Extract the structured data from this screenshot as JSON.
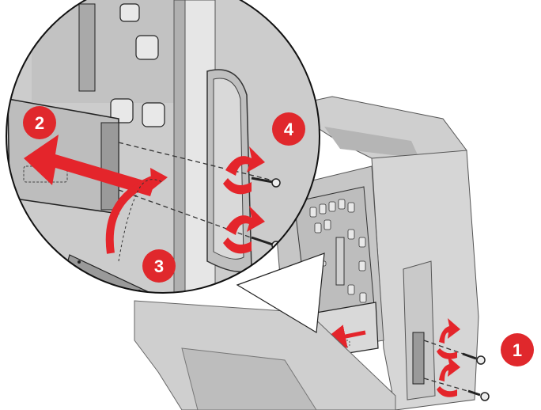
{
  "colors": {
    "callout_red": "#e0282c",
    "arrow_red": "#e4252b",
    "printer_light": "#d9d9d9",
    "printer_mid": "#b9b9b9",
    "printer_dark": "#8c8c8c",
    "outline": "#1a1a1a"
  },
  "steps": [
    {
      "label": "1"
    },
    {
      "label": "2"
    },
    {
      "label": "3"
    },
    {
      "label": "4"
    }
  ]
}
